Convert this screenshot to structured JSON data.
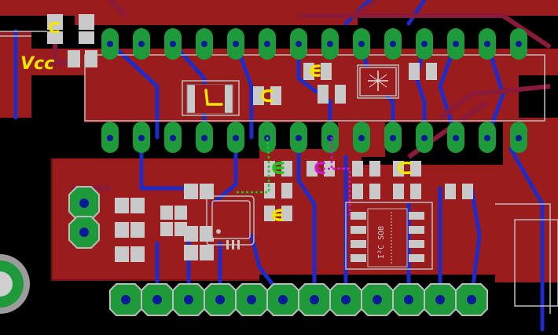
{
  "layers": {
    "copper_top": "#9b1c1c",
    "copper_bottom": "#1d2cc8",
    "pad_smd": "#c9c9c9",
    "pad_tht": "#1f9a3a",
    "silkscreen": "#bdbdbd",
    "annotation": "#f2e600",
    "airwire_magenta": "#d018c8",
    "airwire_green": "#22c722",
    "drill": "#0b1a9a"
  },
  "annotations": {
    "vcc": "Vcc",
    "inductor": "L",
    "cap_top": "c",
    "cap_mid1": "c",
    "cap_mid2": "c",
    "cap_pink": "c",
    "cap_yellow_right": "c",
    "cap_green": "c",
    "cap_low": "c"
  },
  "silkscreen_text": {
    "chip_label": "I²C SO8"
  }
}
